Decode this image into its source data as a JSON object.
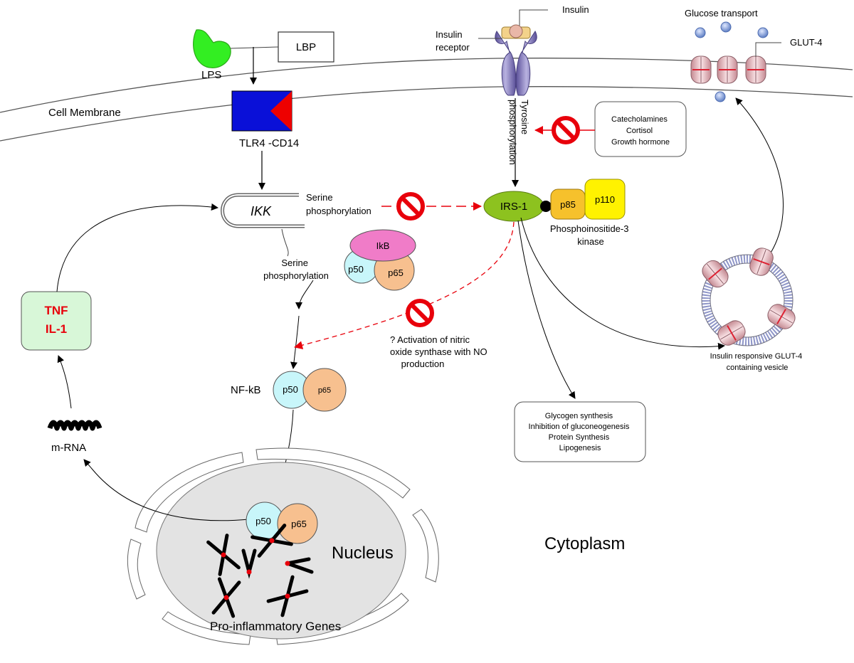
{
  "labels": {
    "insulin": "Insulin",
    "insulin_receptor": [
      "Insulin",
      "receptor"
    ],
    "glucose_transport": "Glucose transport",
    "glut4": "GLUT-4",
    "lbp": "LBP",
    "lps": "LPS",
    "cell_membrane": "Cell Membrane",
    "tlr4": "TLR4 -CD14",
    "tyrosine": [
      "Tyrosine",
      "phosphorylation"
    ],
    "counter_hormones": [
      "Catecholamines",
      "Cortisol",
      "Growth hormone"
    ],
    "ikk": "IKK",
    "serine_top": [
      "Serine",
      "phosphorylation"
    ],
    "irs1": "IRS-1",
    "p85": "p85",
    "p110": "p110",
    "pi3k": [
      "Phosphoinositide-3",
      "kinase"
    ],
    "ikb": "IkB",
    "p50": "p50",
    "p65": "p65",
    "serine_mid": [
      "Serine",
      "phosphorylation"
    ],
    "tnf": "TNF",
    "il1": "IL-1",
    "nitric_oxide": [
      "? Activation of nitric",
      "oxide synthase with NO",
      "production"
    ],
    "nfkb": "NF-kB",
    "vesicle": [
      "Insulin responsive GLUT-4",
      "containing vesicle"
    ],
    "metabolic": [
      "Glycogen synthesis",
      "Inhibition of gluconeogenesis",
      "Protein Synthesis",
      "Lipogenesis"
    ],
    "mrna": "m-RNA",
    "nucleus": "Nucleus",
    "cytoplasm": "Cytoplasm",
    "genes": "Pro-inflammatory Genes"
  },
  "colors": {
    "lps": "#33ee22",
    "tlr4_blue": "#0a10d8",
    "tlr4_red": "#ee0000",
    "inhibit_red": "#e8000b",
    "irs1": "#8dc21f",
    "p85": "#f6c12c",
    "p110": "#fff200",
    "ikb": "#f07cc8",
    "p50": "#c8f6fa",
    "p65": "#f7c08f",
    "tnf_box": "#d8f7d8",
    "nucleus": "#e3e3e3",
    "receptor": "#8f88c4",
    "glut4": "#f1c8cc"
  }
}
